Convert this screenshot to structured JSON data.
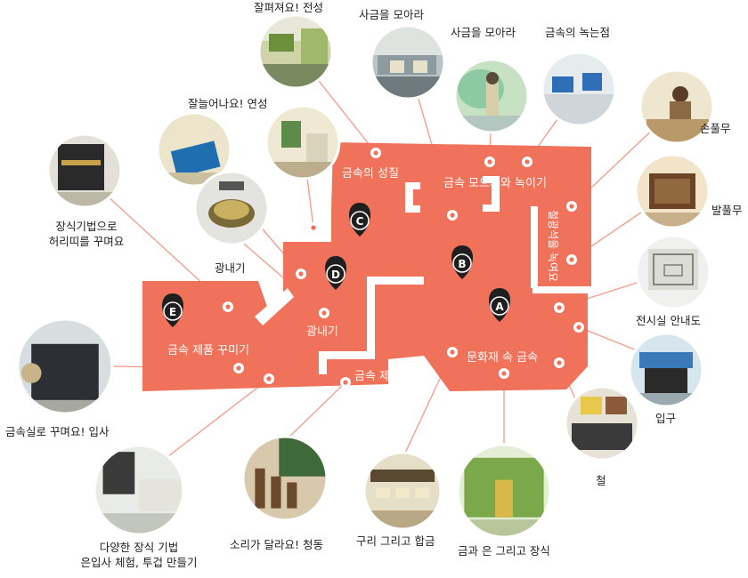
{
  "colors": {
    "floor": "#f0725a",
    "line": "#f3a08f",
    "pin": "#1f1f1f",
    "dot": "#ffffff"
  },
  "zones": {
    "metal_nature": "금속의 성질",
    "collect_melt": "금속 모으기와 녹이기",
    "ore_melt": "철광석을 녹여요",
    "metal_in_heritage": "문화재 속 금속",
    "make_products": "금속 제품 만들기",
    "polisher": "광내기",
    "decorate_products": "금속 제품 꾸미기"
  },
  "pins": {
    "a": "A",
    "b": "B",
    "c": "C",
    "d": "D",
    "e": "E"
  },
  "captions": {
    "spread_well": "잘펴져요! 전성",
    "collect_gold_1": "사금을 모아라",
    "collect_gold_2": "사금을 모아라",
    "metal_melting_point": "금속의 녹는점",
    "stretch_well": "잘늘어나요! 연성",
    "hand_bellows": "손풀무",
    "foot_bellows": "발풀무",
    "belt_decoration_line1": "장식기법으로",
    "belt_decoration_line2": "허리띠를 꾸며요",
    "polishing": "광내기",
    "hall_guide_map": "전시실 안내도",
    "entrance": "입구",
    "inlay_decoration": "금속실로 꾸며요! 입사",
    "iron": "철",
    "techniques_line1": "다양한 장식 기법",
    "techniques_line2": "은입사 체험, 투겁 만들기",
    "bronze_sound": "소리가 달라요! 청동",
    "copper_alloy": "구리 그리고 합금",
    "gold_silver_decor": "금과 은 그리고 장식"
  }
}
